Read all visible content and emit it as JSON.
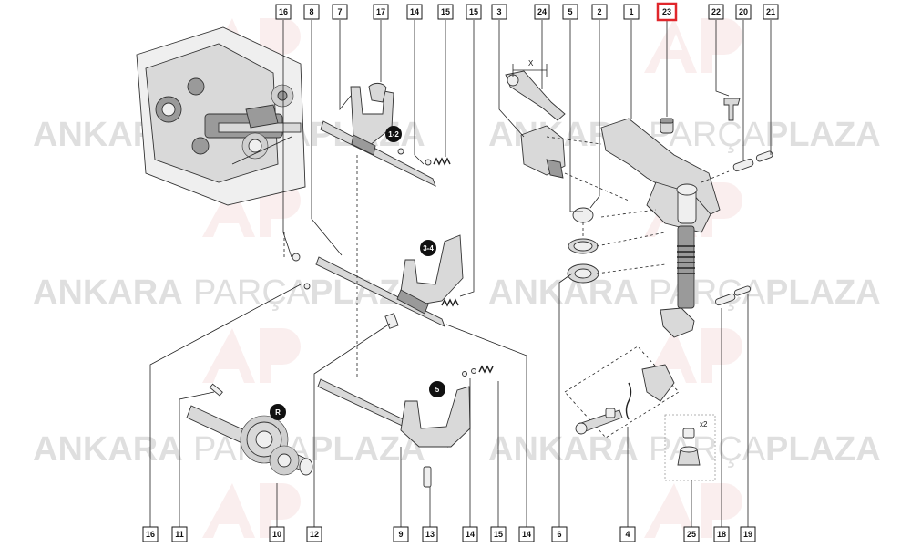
{
  "watermark": {
    "brand_bold": "ANKARA",
    "brand_light": "PARÇA",
    "brand_bold2": "PLAZA"
  },
  "highlight_color": "#e0262b",
  "highlighted_part": "23",
  "top_callouts": [
    "16",
    "8",
    "7",
    "17",
    "14",
    "15",
    "15",
    "3",
    "24",
    "5",
    "2",
    "1",
    "23",
    "22",
    "20",
    "21"
  ],
  "bottom_callouts": [
    "16",
    "11",
    "10",
    "12",
    "9",
    "13",
    "14",
    "15",
    "14",
    "6",
    "4",
    "25",
    "18",
    "19"
  ],
  "gear_badges": [
    "1-2",
    "3-4",
    "5",
    "R"
  ],
  "dimension_label": "X",
  "quantity_label": "x2"
}
